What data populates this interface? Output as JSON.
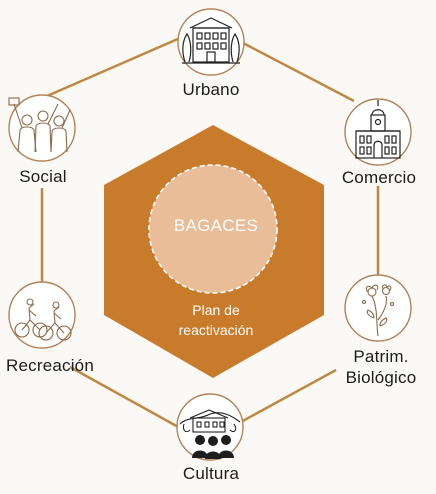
{
  "center": {
    "title": "BAGACES",
    "subtitle_line1": "Plan de",
    "subtitle_line2": "reactivación"
  },
  "nodes": [
    {
      "id": "urbano",
      "label": "Urbano",
      "icon": "colonial-building-icon"
    },
    {
      "id": "comercio",
      "label": "Comercio",
      "icon": "church-tower-icon"
    },
    {
      "id": "patrimonio",
      "label_line1": "Patrim.",
      "label_line2": "Biológico",
      "icon": "flower-icon"
    },
    {
      "id": "cultura",
      "label": "Cultura",
      "icon": "village-people-icon"
    },
    {
      "id": "recreacion",
      "label": "Recreación",
      "icon": "cyclists-icon"
    },
    {
      "id": "social",
      "label": "Social",
      "icon": "crowd-icon"
    }
  ],
  "colors": {
    "hexagon": "#c97b2c",
    "inner_circle": "#e8bd97",
    "connector": "#c08743",
    "icon_ring": "#b28356",
    "background": "#fbf9f6"
  }
}
